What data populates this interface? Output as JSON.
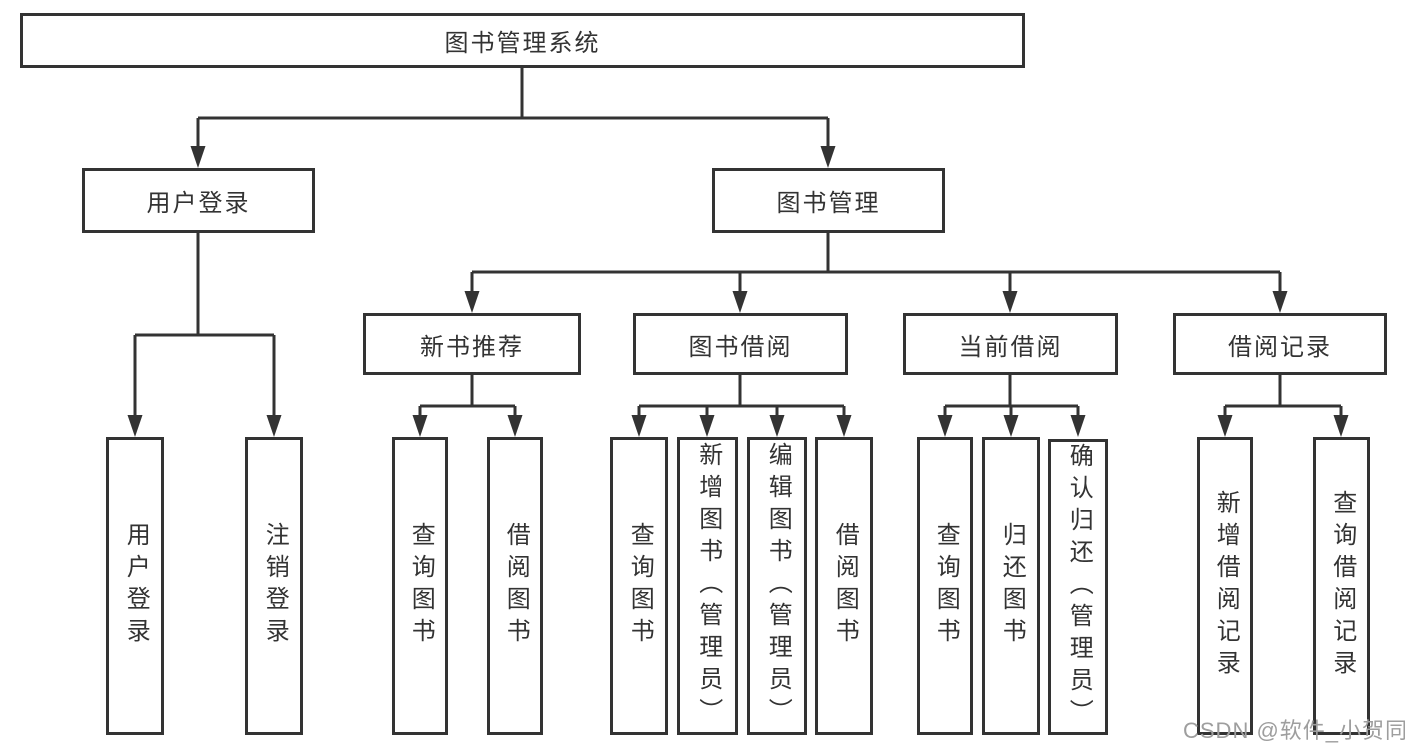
{
  "diagram": {
    "tree": {
      "label": "图书管理系统",
      "children": [
        {
          "label": "用户登录",
          "children": [
            {
              "label": "用户登录"
            },
            {
              "label": "注销登录"
            }
          ]
        },
        {
          "label": "图书管理",
          "children": [
            {
              "label": "新书推荐",
              "children": [
                {
                  "label": "查询图书"
                },
                {
                  "label": "借阅图书"
                }
              ]
            },
            {
              "label": "图书借阅",
              "children": [
                {
                  "label": "查询图书"
                },
                {
                  "label": "新增图书（管理员）"
                },
                {
                  "label": "编辑图书（管理员）"
                },
                {
                  "label": "借阅图书"
                }
              ]
            },
            {
              "label": "当前借阅",
              "children": [
                {
                  "label": "查询图书"
                },
                {
                  "label": "归还图书"
                },
                {
                  "label": "确认归还（管理员）"
                }
              ]
            },
            {
              "label": "借阅记录",
              "children": [
                {
                  "label": "新增借阅记录"
                },
                {
                  "label": "查询借阅记录"
                }
              ]
            }
          ]
        }
      ]
    },
    "watermark": "CSDN @软件_小贺同学",
    "colors": {
      "line": "#333333",
      "text": "#333333",
      "node_background": "#ffffff",
      "watermark": "#9e9e9e",
      "background": "#ffffff"
    }
  }
}
